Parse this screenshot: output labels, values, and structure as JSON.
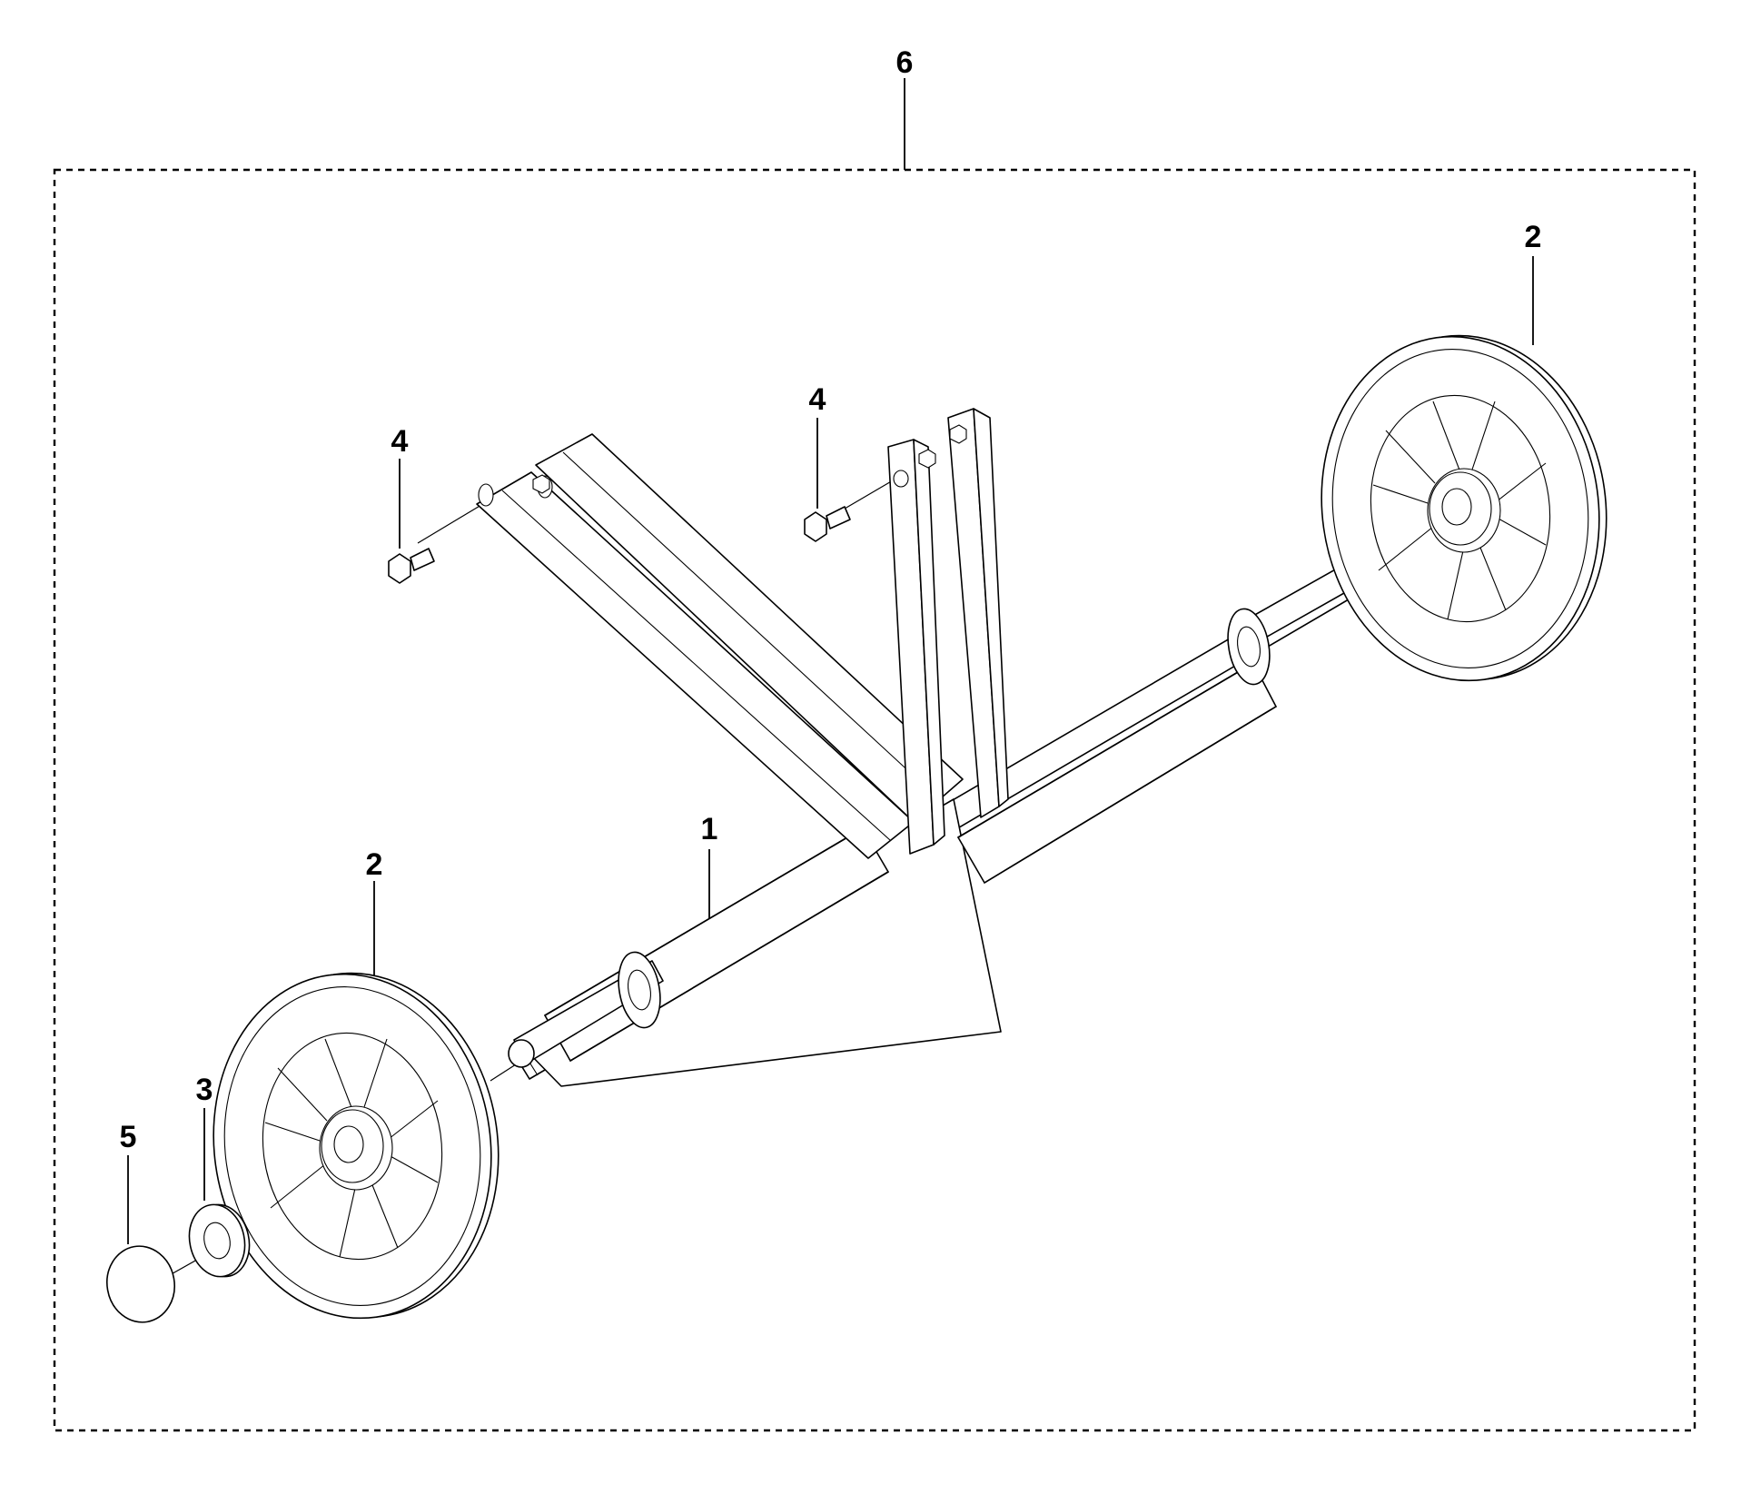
{
  "diagram": {
    "callouts": [
      {
        "id": "c6",
        "label": "6"
      },
      {
        "id": "c2a",
        "label": "2"
      },
      {
        "id": "c4a",
        "label": "4"
      },
      {
        "id": "c4b",
        "label": "4"
      },
      {
        "id": "c1",
        "label": "1"
      },
      {
        "id": "c2b",
        "label": "2"
      },
      {
        "id": "c3",
        "label": "3"
      },
      {
        "id": "c5",
        "label": "5"
      }
    ]
  }
}
